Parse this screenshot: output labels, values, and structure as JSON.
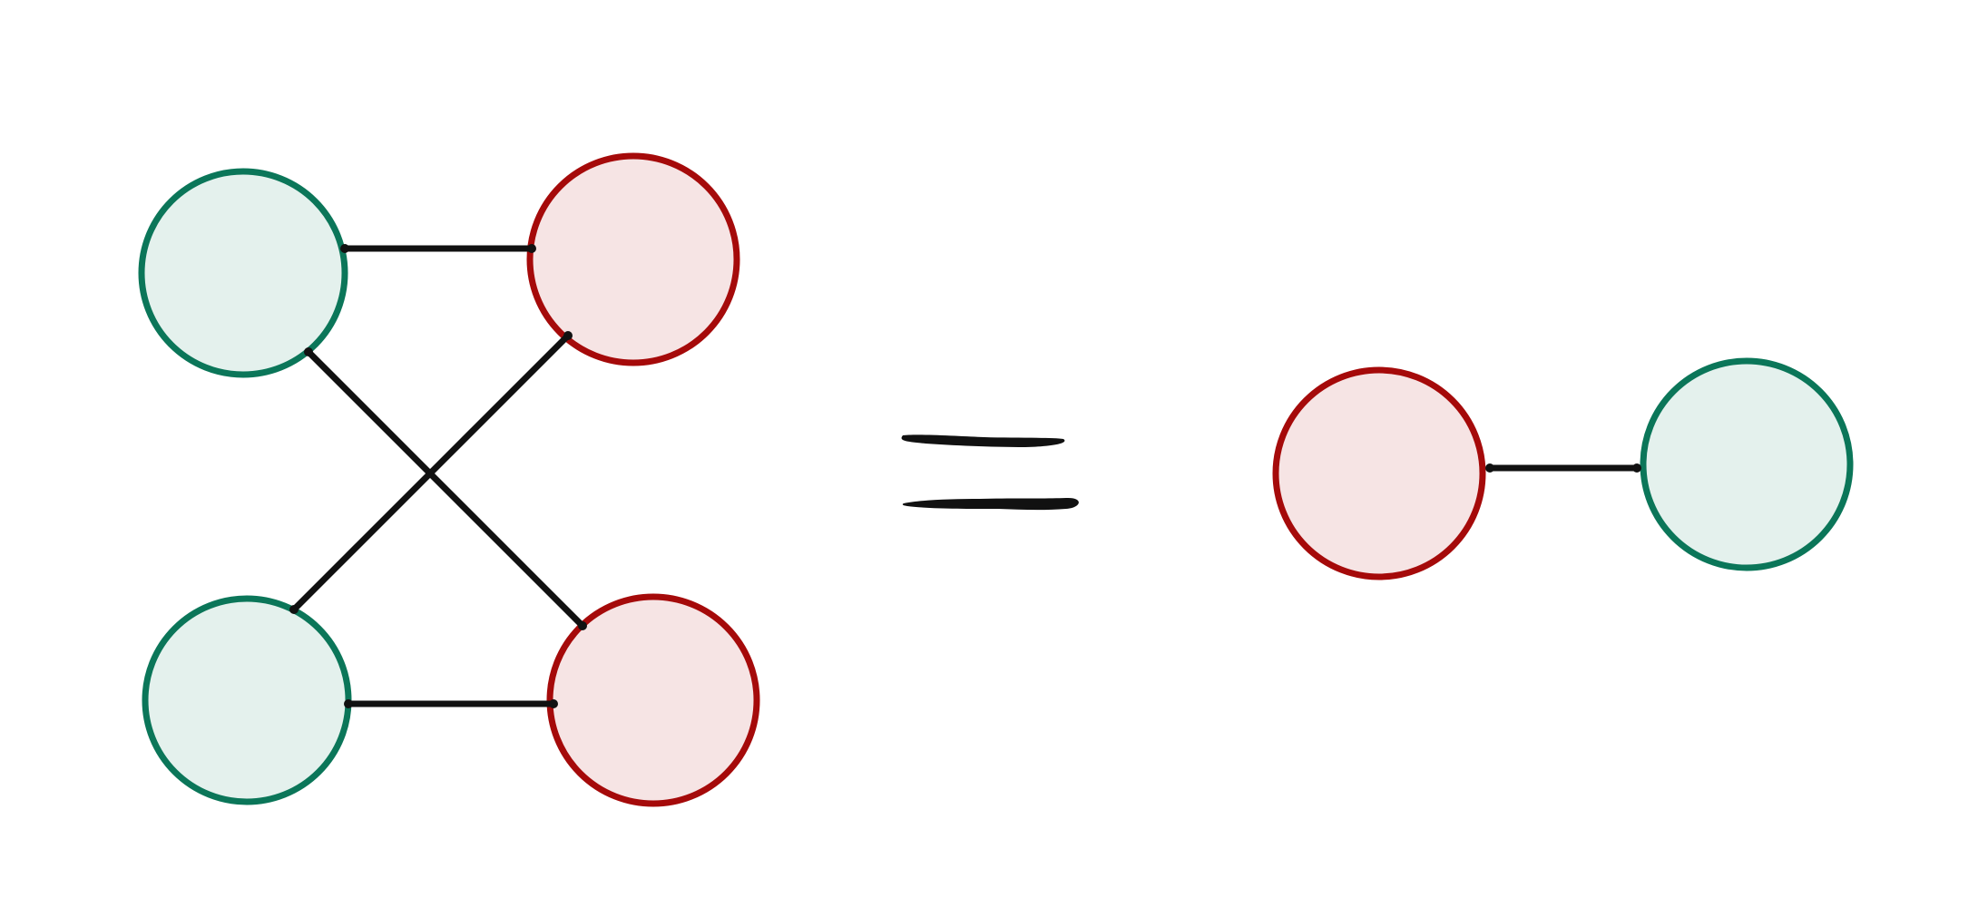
{
  "colors": {
    "green_stroke": "#0b7659",
    "green_fill": "#e4f1ed",
    "red_stroke": "#a50a0a",
    "red_fill": "#f6e4e4",
    "edge": "#111111",
    "background": "#ffffff"
  },
  "left_graph": {
    "nodes": [
      {
        "id": "g1",
        "color": "green"
      },
      {
        "id": "g2",
        "color": "green"
      },
      {
        "id": "r1",
        "color": "red"
      },
      {
        "id": "r2",
        "color": "red"
      }
    ],
    "edges": [
      [
        "g1",
        "r1"
      ],
      [
        "g2",
        "r2"
      ],
      [
        "g1",
        "r2"
      ],
      [
        "g2",
        "r1"
      ]
    ]
  },
  "equals_symbol": "=",
  "right_graph": {
    "nodes": [
      {
        "id": "r3",
        "color": "red"
      },
      {
        "id": "g3",
        "color": "green"
      }
    ],
    "edges": [
      [
        "r3",
        "g3"
      ]
    ]
  }
}
